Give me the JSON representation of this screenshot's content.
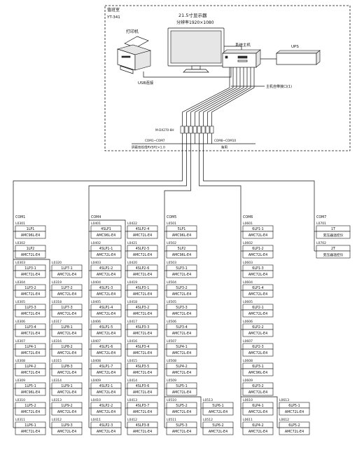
{
  "room": {
    "name": "值班室",
    "code": "YT-341"
  },
  "monitor": {
    "title": "21.5寸显示器",
    "resolution": "分辨率1920×1080"
  },
  "printer": {
    "label": "打印机",
    "connection": "USB连接"
  },
  "host": {
    "label": "系统主机",
    "port_note": "主机自带接口(1)"
  },
  "ups": {
    "label": "UPS"
  },
  "converter": {
    "model": "M-DX270-8H",
    "ports_main": "COM1~COM7",
    "ports_spare": "COM8~COM10",
    "cable": "屏蔽双绞线RVSP2×1.0",
    "spare": "备用"
  },
  "buses": [
    {
      "com": "COM1",
      "main": [
        {
          "loop": "L0301",
          "name": "1LP1",
          "model": "AMC96L-E4"
        },
        {
          "loop": "L0302",
          "name": "1LP2",
          "model": "AMC72L-E4"
        },
        {
          "loop": "L0303",
          "name": "1LP3-1",
          "model": "AMC72L-E4"
        },
        {
          "loop": "L0304",
          "name": "1LP3-2",
          "model": "AMC72L-E4"
        },
        {
          "loop": "L0305",
          "name": "1LP3-3",
          "model": "AMC72L-E4"
        },
        {
          "loop": "L0306",
          "name": "1LP3-4",
          "model": "AMC72L-E4"
        },
        {
          "loop": "L0307",
          "name": "1LP4-1",
          "model": "AMC72L-E4"
        },
        {
          "loop": "L0308",
          "name": "1LP4-2",
          "model": "AMC72L-E4"
        },
        {
          "loop": "L0309",
          "name": "1LP5-1",
          "model": "AMC96L-E4"
        },
        {
          "loop": "L0310",
          "name": "1LP5-2",
          "model": "AMC72L-E4"
        },
        {
          "loop": "L0311",
          "name": "1LP6-1",
          "model": "AMC72L-E4"
        }
      ],
      "sub": [
        {
          "loop": "L0320",
          "name": "1LP7-1",
          "model": "AMC72L-E4"
        },
        {
          "loop": "L0319",
          "name": "1LP7-2",
          "model": "AMC72L-E4"
        },
        {
          "loop": "L0318",
          "name": "1LP7-3",
          "model": "AMC72L-E4"
        },
        {
          "loop": "L0317",
          "name": "1LP8-1",
          "model": "AMC72L-E4"
        },
        {
          "loop": "L0316",
          "name": "1LP8-2",
          "model": "AMC72L-E4"
        },
        {
          "loop": "L0315",
          "name": "1LP8-3",
          "model": "AMC72L-E4"
        },
        {
          "loop": "L0314",
          "name": "1LP9-1",
          "model": "AMC72L-E4"
        },
        {
          "loop": "L0313",
          "name": "1LP9-2",
          "model": "AMC72L-E4"
        },
        {
          "loop": "L0312",
          "name": "1LP9-3",
          "model": "AMC72L-E4"
        }
      ]
    },
    {
      "com": "COM4",
      "main": [
        {
          "loop": "L0401",
          "name": "4SLP1",
          "model": "AMC96L-E4"
        },
        {
          "loop": "L0402",
          "name": "4SLP1-1",
          "model": "AMC72L-E4"
        },
        {
          "loop": "L0403",
          "name": "4SLP1-2",
          "model": "AMC72L-E4"
        },
        {
          "loop": "L0404",
          "name": "4SLP1-3",
          "model": "AMC72L-E4"
        },
        {
          "loop": "L0405",
          "name": "4SLP1-4",
          "model": "AMC72L-E4"
        },
        {
          "loop": "L0406",
          "name": "4SLP1-5",
          "model": "AMC72L-E4"
        },
        {
          "loop": "L0407",
          "name": "4SLP1-6",
          "model": "AMC72L-E4"
        },
        {
          "loop": "L0408",
          "name": "4SLP1-7",
          "model": "AMC72L-E4"
        },
        {
          "loop": "L0409",
          "name": "4SLP2-1",
          "model": "AMC72L-E4"
        },
        {
          "loop": "L0410",
          "name": "4SLP2-2",
          "model": "AMC72L-E4"
        },
        {
          "loop": "L0411",
          "name": "4SLP2-3",
          "model": "AMC72L-E4"
        }
      ],
      "sub": [
        {
          "loop": "L0422",
          "name": "4SLP2-4",
          "model": "AMC72L-E4"
        },
        {
          "loop": "L0421",
          "name": "4SLP2-5",
          "model": "AMC72L-E4"
        },
        {
          "loop": "L0420",
          "name": "4SLP2-6",
          "model": "AMC72L-E4"
        },
        {
          "loop": "L0419",
          "name": "4SLP3-1",
          "model": "AMC72L-E4"
        },
        {
          "loop": "L0418",
          "name": "4SLP3-2",
          "model": "AMC72L-E4"
        },
        {
          "loop": "L0417",
          "name": "4SLP3-3",
          "model": "AMC72L-E4"
        },
        {
          "loop": "L0416",
          "name": "4SLP3-4",
          "model": "AMC72L-E4"
        },
        {
          "loop": "L0415",
          "name": "4SLP3-5",
          "model": "AMC72L-E4"
        },
        {
          "loop": "L0414",
          "name": "4SLP3-6",
          "model": "AMC72L-E4"
        },
        {
          "loop": "L0413",
          "name": "4SLP3-7",
          "model": "AMC72L-E4"
        },
        {
          "loop": "L0412",
          "name": "4SLP3-8",
          "model": "AMC72L-E4"
        }
      ]
    },
    {
      "com": "COM5",
      "main": [
        {
          "loop": "L0501",
          "name": "5LP1",
          "model": "AMC96L-E4"
        },
        {
          "loop": "L0502",
          "name": "5LP2",
          "model": "AMC96L-E4"
        },
        {
          "loop": "L0503",
          "name": "5LP3-1",
          "model": "AMC72L-E4"
        },
        {
          "loop": "L0504",
          "name": "5LP3-2",
          "model": "AMC72L-E4"
        },
        {
          "loop": "L0505",
          "name": "5LP3-3",
          "model": "AMC72L-E4"
        },
        {
          "loop": "L0506",
          "name": "5LP3-4",
          "model": "AMC72L-E4"
        },
        {
          "loop": "L0507",
          "name": "5LP4-1",
          "model": "AMC72L-E4"
        },
        {
          "loop": "L0508",
          "name": "5LP4-2",
          "model": "AMC72L-E4"
        },
        {
          "loop": "L0509",
          "name": "5LP5-1",
          "model": "AMC72L-E4"
        },
        {
          "loop": "L0510",
          "name": "5LP5-2",
          "model": "AMC72L-E4"
        },
        {
          "loop": "L0511",
          "name": "5LP5-3",
          "model": "AMC72L-E4"
        }
      ],
      "sub": [
        {
          "loop": "L0513",
          "name": "5LP6-1",
          "model": "AMC72L-E4"
        },
        {
          "loop": "L0512",
          "name": "5LP6-2",
          "model": "AMC72L-E4"
        }
      ]
    },
    {
      "com": "COM6",
      "main": [
        {
          "loop": "L0601",
          "name": "6LP1-1",
          "model": "AMC72L-E4"
        },
        {
          "loop": "L0602",
          "name": "6LP1-2",
          "model": "AMC72L-E4"
        },
        {
          "loop": "L0603",
          "name": "6LP1-3",
          "model": "AMC72L-E4"
        },
        {
          "loop": "L0604",
          "name": "6LP1-4",
          "model": "AMC72L-E4"
        },
        {
          "loop": "L0605",
          "name": "6LP2-1",
          "model": "AMC72L-E4"
        },
        {
          "loop": "L0606",
          "name": "6LP2-2",
          "model": "AMC72L-E4"
        },
        {
          "loop": "L0607",
          "name": "6LP2-3",
          "model": "AMC72L-E4"
        },
        {
          "loop": "L0608",
          "name": "6LP3-1",
          "model": "AMC96L-E4"
        },
        {
          "loop": "L0609",
          "name": "6LP3-2",
          "model": "AMC72L-E4"
        },
        {
          "loop": "L0610",
          "name": "6LP4-1",
          "model": "AMC72L-E4"
        },
        {
          "loop": "L0611",
          "name": "6LP4-2",
          "model": "AMC72L-E4"
        }
      ],
      "sub": [
        {
          "loop": "L0613",
          "name": "6LP5-1",
          "model": "AMC72L-E4"
        },
        {
          "loop": "L0612",
          "name": "6LP5-2",
          "model": "AMC72L-E4"
        }
      ]
    },
    {
      "com": "COM7",
      "main": [
        {
          "loop": "L0701",
          "name": "1T",
          "model": "变压器温控仪"
        },
        {
          "loop": "L0702",
          "name": "2T",
          "model": "变压器温控仪"
        }
      ],
      "sub": []
    }
  ]
}
